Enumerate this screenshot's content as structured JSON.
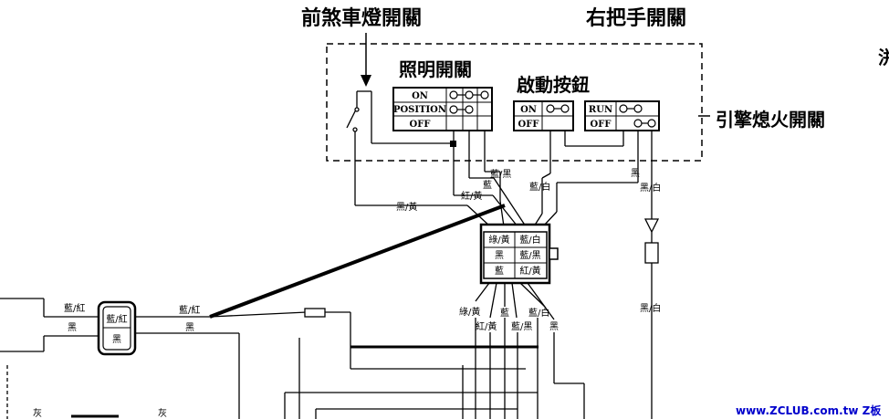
{
  "titles": {
    "headlight": "前煞車燈開關",
    "right_handle": "右把手開關",
    "lighting": "照明開關",
    "start": "啟動按鈕",
    "kill": "引擎熄火開關",
    "edge_char": "洴"
  },
  "switch_rows": {
    "lighting": [
      "ON",
      "POSITION",
      "OFF"
    ],
    "start": [
      "ON",
      "OFF"
    ],
    "kill": [
      "RUN",
      "OFF"
    ]
  },
  "connector": {
    "cells": [
      [
        "綠/黃",
        "藍/白"
      ],
      [
        "黑",
        "藍/黑"
      ],
      [
        "藍",
        "紅/黃"
      ]
    ]
  },
  "plug": {
    "top": "藍/紅",
    "bottom": "黑"
  },
  "wire_labels": {
    "blue_black": "藍/黑",
    "blue": "藍",
    "red_yellow": "紅/黃",
    "black_yellow": "黑/黃",
    "blue_white": "藍/白",
    "black": "黑",
    "black_white": "黑/白",
    "black_white_2": "黑/白",
    "left_blue_red": "藍/紅",
    "left_black": "黑",
    "right_blue_red": "藍/紅",
    "right_black": "黑",
    "b_green_yellow": "綠/黃",
    "b_red_yellow": "紅/黃",
    "b_blue": "藍",
    "b_blue_black": "藍/黑",
    "b_blue_white": "藍/白",
    "b_black": "黑",
    "gray_1": "灰",
    "gray_2": "灰"
  },
  "watermark": "www.ZCLUB.com.tw Z板"
}
